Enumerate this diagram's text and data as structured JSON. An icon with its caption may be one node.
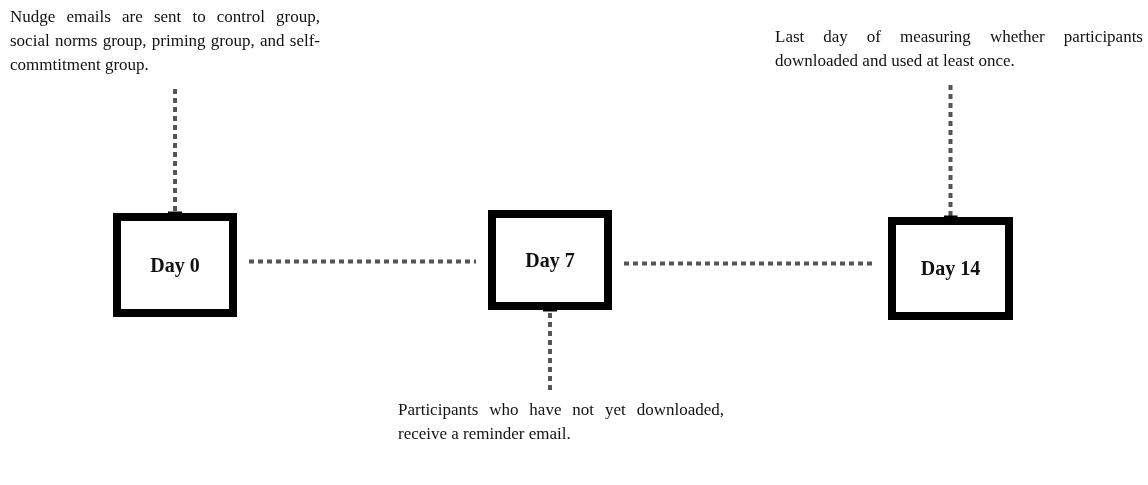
{
  "diagram": {
    "nodes": [
      {
        "text": [
          "Nudge emails are sent to control group, social norms group, priming group, and self-commtitment group."
        ]
      },
      {
        "text": [
          "Last day of measuring whether participants downloaded and used at least once."
        ]
      },
      {
        "text": [
          "Day 0"
        ]
      },
      {
        "text": [
          "Day 7"
        ]
      },
      {
        "text": [
          "Day 14"
        ]
      },
      {
        "text": [
          "Participants who have not yet downloaded, receive a reminder email."
        ]
      }
    ],
    "edges": [
      {
        "from": 0,
        "to": 2,
        "arrow": "other",
        "style": "dashed"
      },
      {
        "from": 1,
        "to": 4,
        "arrow": "other",
        "style": "dashed"
      },
      {
        "from": 5,
        "to": 3,
        "arrow": "other",
        "style": "dashed"
      },
      {
        "from": 2,
        "to": 3,
        "arrow": "none",
        "style": "dashed"
      },
      {
        "from": 3,
        "to": 4,
        "arrow": "none",
        "style": "dashed"
      }
    ]
  }
}
